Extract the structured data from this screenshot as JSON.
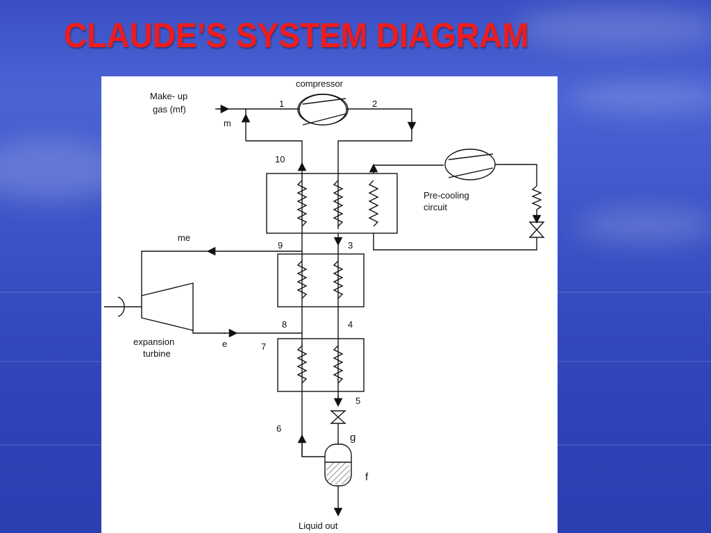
{
  "slide": {
    "title": "CLAUDE’S SYSTEM DIAGRAM",
    "title_color": "#ee1c1c",
    "background_color": "#3a4fc4"
  },
  "diagram": {
    "labels": {
      "compressor": "compressor",
      "makeup_line1": "Make- up",
      "makeup_line2": "gas (mf)",
      "m": "m",
      "precool_line1": "Pre-cooling",
      "precool_line2": "circuit",
      "me": "me",
      "e": "e",
      "turbine_line1": "expansion",
      "turbine_line2": "turbine",
      "g": "g",
      "f": "f",
      "liquid_out": "Liquid out"
    },
    "state_points": [
      "1",
      "2",
      "3",
      "4",
      "5",
      "6",
      "7",
      "8",
      "9",
      "10"
    ]
  }
}
